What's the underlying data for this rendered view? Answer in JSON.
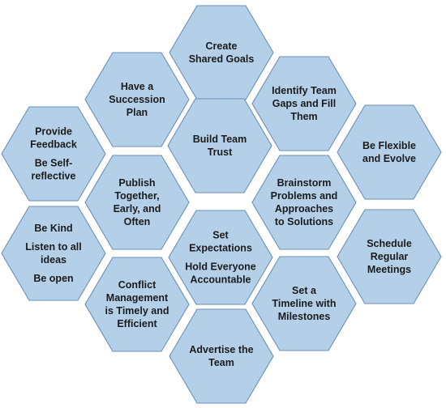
{
  "diagram": {
    "hexagons": [
      {
        "id": "create-shared-goals",
        "lines": [
          "Create",
          "Shared Goals"
        ]
      },
      {
        "id": "have-succession-plan",
        "lines": [
          "Have a",
          "Succession",
          "Plan"
        ]
      },
      {
        "id": "identify-team-gaps",
        "lines": [
          "Identify Team",
          "Gaps and Fill",
          "Them"
        ]
      },
      {
        "id": "provide-feedback",
        "lines": [
          "Provide",
          "Feedback",
          "",
          "Be Self-",
          "reflective"
        ]
      },
      {
        "id": "build-team-trust",
        "lines": [
          "Build Team",
          "Trust"
        ]
      },
      {
        "id": "be-flexible",
        "lines": [
          "Be Flexible",
          "and Evolve"
        ]
      },
      {
        "id": "publish-together",
        "lines": [
          "Publish",
          "Together,",
          "Early, and",
          "Often"
        ]
      },
      {
        "id": "brainstorm-problems",
        "lines": [
          "Brainstorm",
          "Problems and",
          "Approaches",
          "to Solutions"
        ]
      },
      {
        "id": "be-kind",
        "lines": [
          "Be Kind",
          "",
          "Listen to all",
          "ideas",
          "",
          "Be open"
        ]
      },
      {
        "id": "set-expectations",
        "lines": [
          "Set",
          "Expectations",
          "",
          "Hold Everyone",
          "Accountable"
        ]
      },
      {
        "id": "schedule-meetings",
        "lines": [
          "Schedule",
          "Regular",
          "Meetings"
        ]
      },
      {
        "id": "conflict-management",
        "lines": [
          "Conflict",
          "Management",
          "is Timely and",
          "Efficient"
        ]
      },
      {
        "id": "set-timeline",
        "lines": [
          "Set a",
          "Timeline with",
          "Milestones"
        ]
      },
      {
        "id": "advertise-team",
        "lines": [
          "Advertise the",
          "Team"
        ]
      }
    ]
  }
}
